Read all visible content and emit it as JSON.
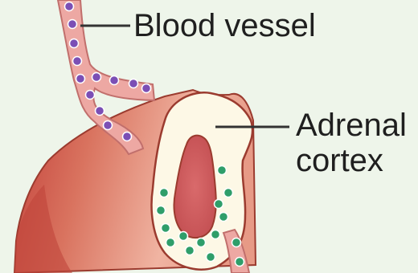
{
  "labels": {
    "blood_vessel": "Blood vessel",
    "adrenal_cortex_line1": "Adrenal",
    "adrenal_cortex_line2": "cortex"
  },
  "colors": {
    "background": "#eef5ea",
    "gland_outer": "#d9735f",
    "gland_shadow": "#c0443a",
    "gland_highlight": "#f2b7a5",
    "gland_outline": "#9b3b2f",
    "cortex": "#fdf8e6",
    "medulla": "#cf5b5c",
    "vessel": "#eda8a3",
    "vessel_outline": "#c16f6c",
    "blood_cell": "#7b4fb5",
    "cortex_cell": "#2f9e6a",
    "leader_line": "#333333"
  }
}
